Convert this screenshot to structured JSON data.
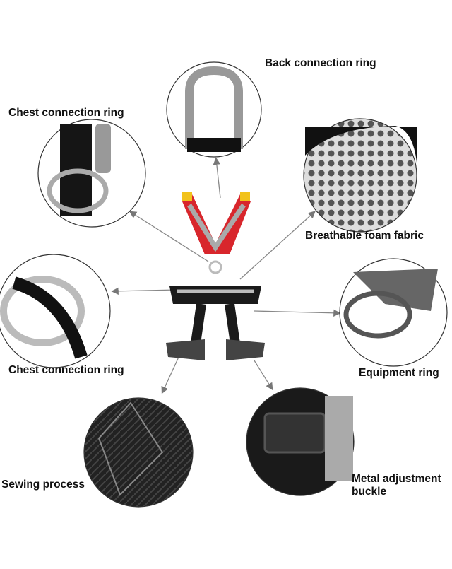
{
  "callouts": {
    "back_ring": "Back connection ring",
    "chest_ring_top": "Chest connection ring",
    "foam_fabric": "Breathable foam fabric",
    "chest_ring_mid": "Chest connection ring",
    "equipment_ring": "Equipment ring",
    "sewing": "Sewing process",
    "buckle_line1": "Metal adjustment",
    "buckle_line2": "buckle"
  },
  "colors": {
    "accent_red": "#d8262c",
    "accent_yellow": "#f2c21b",
    "strap": "#1a1a1a",
    "mesh": "#cfcfcf"
  }
}
